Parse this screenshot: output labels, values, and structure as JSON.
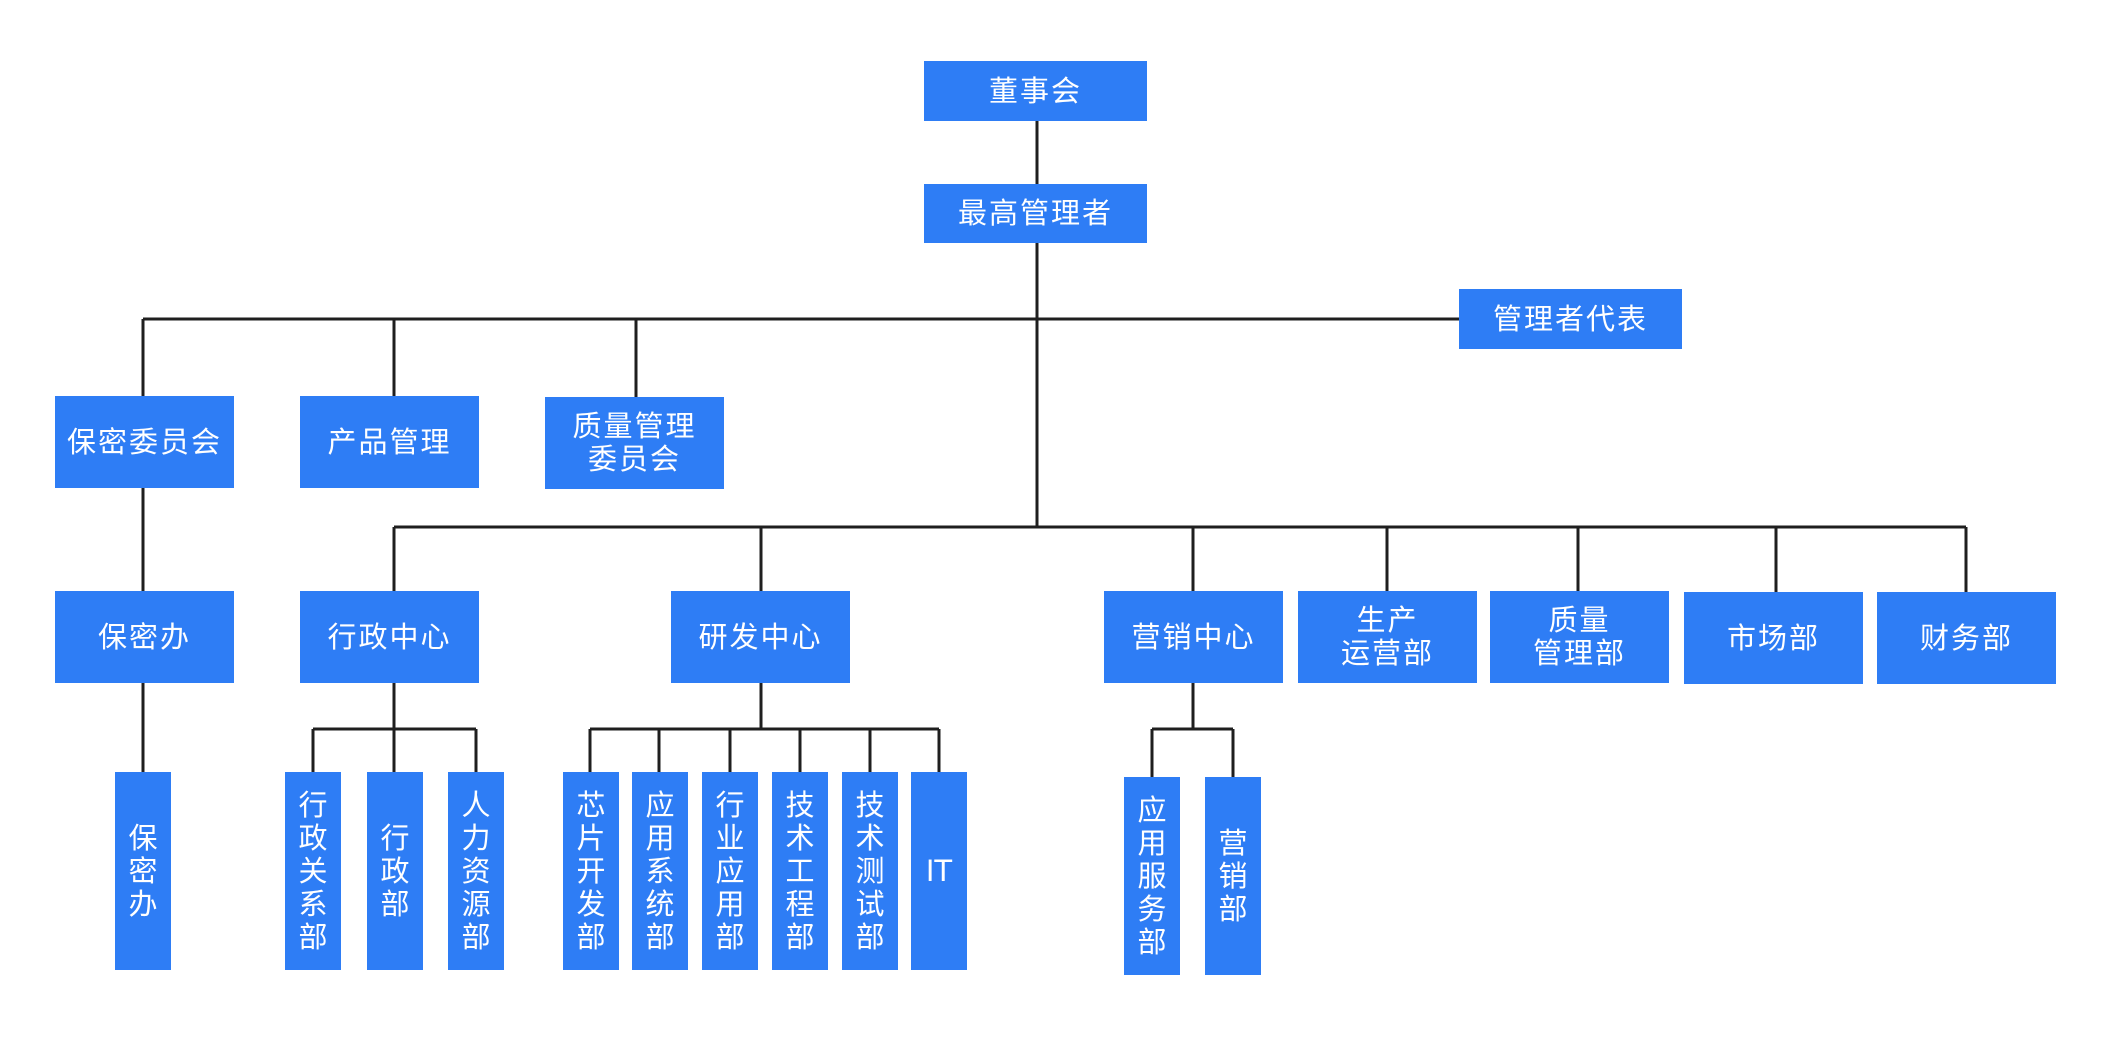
{
  "nodes": {
    "board": "董事会",
    "top_manager": "最高管理者",
    "mgmt_rep": "管理者代表",
    "secrecy_committee": "保密委员会",
    "product_mgmt": "产品管理",
    "quality_committee": [
      "质量管理",
      "委员会"
    ],
    "secrecy_office": "保密办",
    "admin_center": "行政中心",
    "rd_center": "研发中心",
    "marketing_center": "营销中心",
    "production_ops": [
      "生产",
      "运营部"
    ],
    "quality_dept": [
      "质量",
      "管理部"
    ],
    "market_dept": "市场部",
    "finance_dept": "财务部",
    "secrecy_office_sub": "保密办",
    "admin_relations": "行政关系部",
    "admin_dept": "行政部",
    "hr_dept": "人力资源部",
    "chip_dev": "芯片开发部",
    "app_system": "应用系统部",
    "industry_app": "行业应用部",
    "tech_eng": "技术工程部",
    "tech_test": "技术测试部",
    "it": "IT",
    "app_service": "应用服务部",
    "sales_dept": "营销部"
  },
  "colors": {
    "box": "#2e7df5",
    "line": "#1f1f1f",
    "text": "#ffffff"
  }
}
